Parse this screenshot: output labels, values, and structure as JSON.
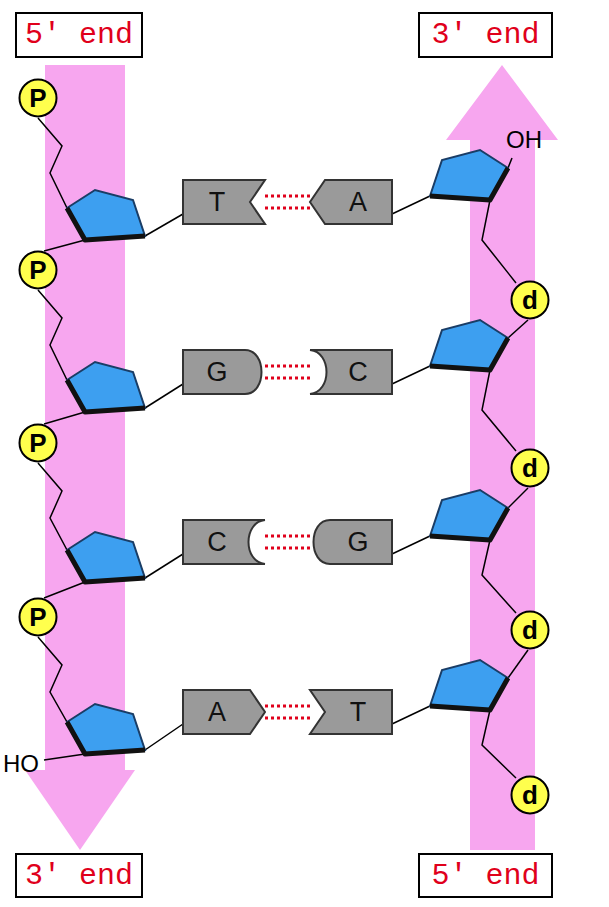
{
  "diagram": {
    "nodes": [
      {
        "text": [
          "5' end"
        ]
      },
      {
        "text": [
          "3' end"
        ]
      },
      {
        "text": [
          "P"
        ]
      },
      {
        "text": [
          "T"
        ]
      },
      {
        "text": [
          "A"
        ]
      },
      {
        "text": [
          "d"
        ]
      },
      {
        "text": [
          "P"
        ]
      },
      {
        "text": [
          "G"
        ]
      },
      {
        "text": [
          "C"
        ]
      },
      {
        "text": [
          "d"
        ]
      },
      {
        "text": [
          "P"
        ]
      },
      {
        "text": [
          "C"
        ]
      },
      {
        "text": [
          "G"
        ]
      },
      {
        "text": [
          "d"
        ]
      },
      {
        "text": [
          "P"
        ]
      },
      {
        "text": [
          "A"
        ]
      },
      {
        "text": [
          "T"
        ]
      },
      {
        "text": [
          "d"
        ]
      },
      {
        "text": [
          "3' end"
        ]
      },
      {
        "text": [
          "5' end"
        ]
      }
    ],
    "edges": [
      {
        "from": 3,
        "to": 4,
        "arrow": "none"
      },
      {
        "from": 7,
        "to": 8,
        "arrow": "none"
      },
      {
        "from": 11,
        "to": 12,
        "arrow": "none"
      },
      {
        "from": 15,
        "to": 16,
        "arrow": "none"
      }
    ],
    "labels": [
      "OH",
      "HO"
    ]
  }
}
